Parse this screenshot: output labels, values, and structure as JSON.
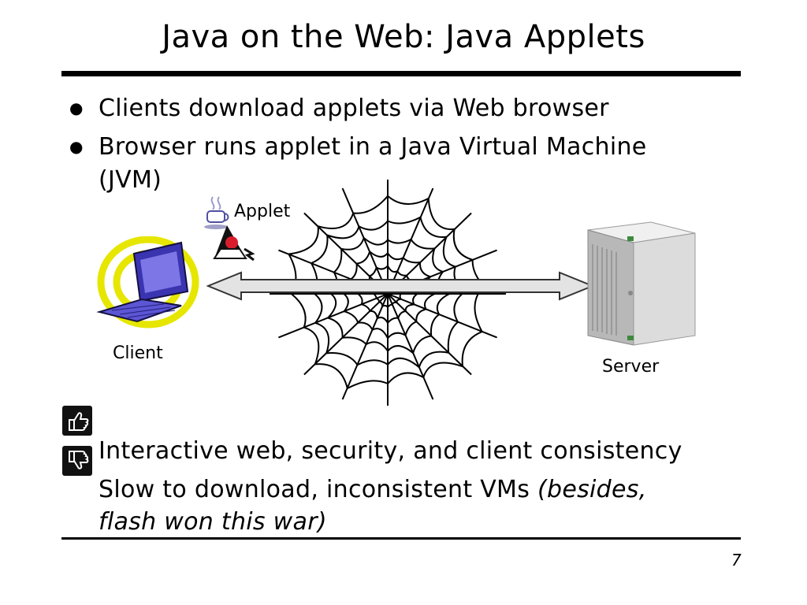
{
  "slide": {
    "title": "Java on the Web: Java Applets",
    "bullets": [
      "Clients download applets via Web browser",
      "Browser runs applet in a Java Virtual Machine",
      "(JVM)"
    ],
    "diagram": {
      "applet_label": "Applet",
      "client_label": "Client",
      "server_label": "Server"
    },
    "pros_cons": {
      "pro_text": "Interactive web, security, and client consistency",
      "con_text": "Slow to download, inconsistent VMs",
      "con_aside_1": "(besides,",
      "con_aside_2": "flash won this war)"
    },
    "page_number": "7"
  },
  "icons": [
    "thumbs-up-icon",
    "thumbs-down-icon",
    "web-icon",
    "computer-icon",
    "server-icon",
    "duke-icon",
    "coffee-cup-icon",
    "double-arrow-icon"
  ]
}
